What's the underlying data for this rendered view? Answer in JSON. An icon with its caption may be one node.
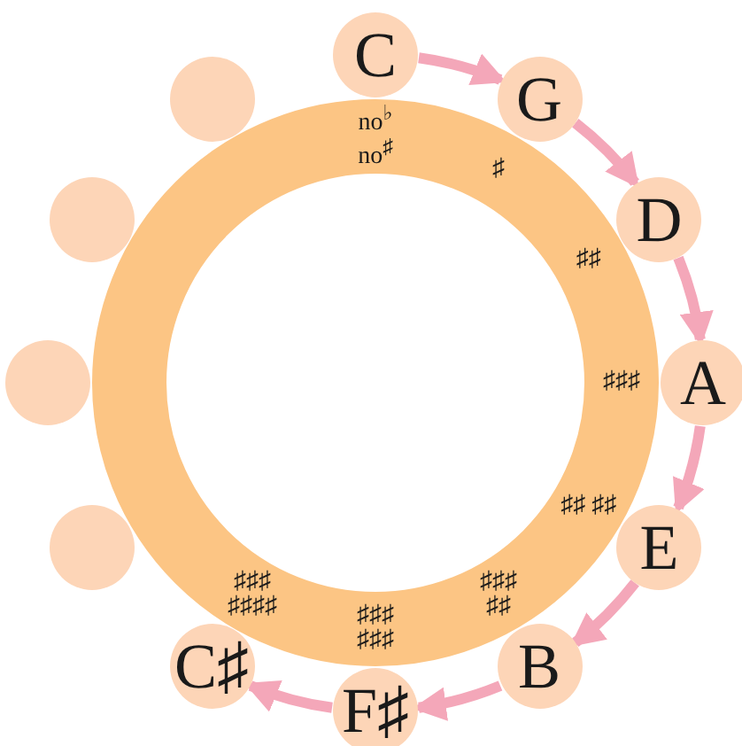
{
  "diagram": {
    "nodes": [
      {
        "text": [
          "C"
        ]
      },
      {
        "text": [
          "G"
        ]
      },
      {
        "text": [
          "D"
        ]
      },
      {
        "text": [
          "A"
        ]
      },
      {
        "text": [
          "E"
        ]
      },
      {
        "text": [
          "B"
        ]
      },
      {
        "text": [
          "F♯"
        ]
      },
      {
        "text": [
          "C♯"
        ]
      },
      {
        "text": [],
        "shape": "circle"
      },
      {
        "text": [],
        "shape": "circle"
      },
      {
        "text": [],
        "shape": "circle"
      },
      {
        "text": [],
        "shape": "circle"
      },
      {
        "text": [
          "no$^{♭}$ no$^{♯}$",
          "♯",
          "♯♯",
          "♯♯♯",
          "♯♯ ♯♯",
          "♯♯♯ ♯♯",
          "♯♯♯ ♯♯♯",
          "♯♯♯ ♯♯♯♯"
        ]
      }
    ],
    "edges": [
      {
        "from": 0,
        "to": 1,
        "arrow": "to"
      },
      {
        "from": 1,
        "to": 2,
        "arrow": "to"
      },
      {
        "from": 2,
        "to": 3,
        "arrow": "to"
      },
      {
        "from": 3,
        "to": 4,
        "arrow": "to"
      },
      {
        "from": 4,
        "to": 5,
        "arrow": "to"
      },
      {
        "from": 5,
        "to": 6,
        "arrow": "to"
      },
      {
        "from": 6,
        "to": 7,
        "arrow": "to"
      }
    ]
  }
}
